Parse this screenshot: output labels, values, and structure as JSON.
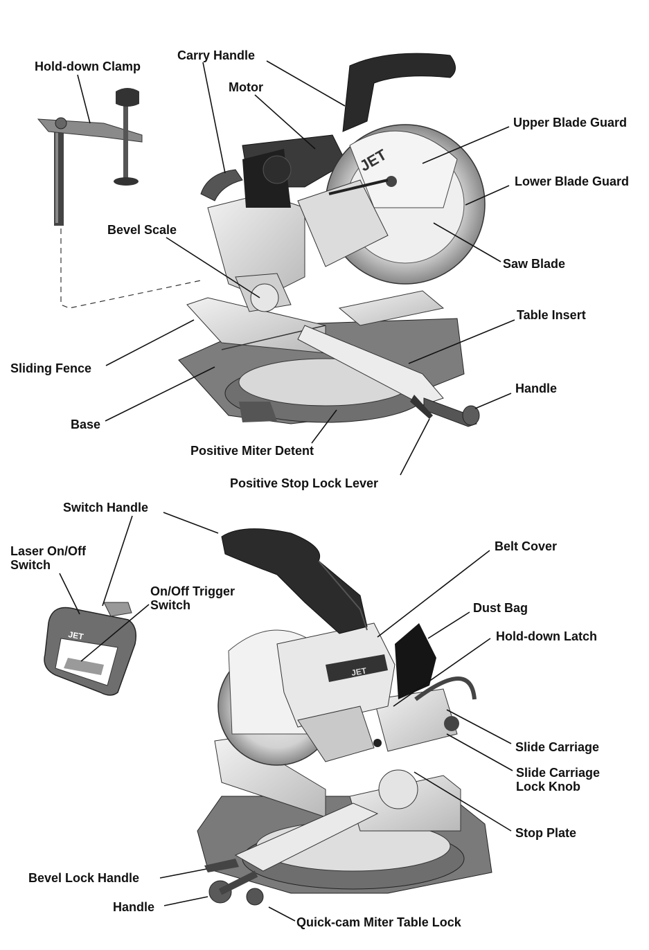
{
  "labels": {
    "hold_down_clamp": "Hold-down Clamp",
    "carry_handle": "Carry Handle",
    "motor": "Motor",
    "upper_blade_guard": "Upper Blade Guard",
    "lower_blade_guard": "Lower Blade Guard",
    "bevel_scale": "Bevel Scale",
    "saw_blade": "Saw Blade",
    "table_insert": "Table Insert",
    "sliding_fence": "Sliding Fence",
    "handle_top": "Handle",
    "base": "Base",
    "positive_miter_detent": "Positive Miter Detent",
    "positive_stop_lock_lever": "Positive Stop Lock Lever",
    "switch_handle": "Switch Handle",
    "laser_switch": "Laser On/Off\nSwitch",
    "trigger_switch": "On/Off Trigger\nSwitch",
    "belt_cover": "Belt Cover",
    "dust_bag": "Dust Bag",
    "hold_down_latch": "Hold-down Latch",
    "slide_carriage": "Slide Carriage",
    "slide_carriage_lock_knob": "Slide Carriage\nLock Knob",
    "stop_plate": "Stop Plate",
    "bevel_lock_handle": "Bevel Lock Handle",
    "handle_bottom": "Handle",
    "quick_cam_lock": "Quick-cam Miter Table Lock"
  },
  "brand": "JET"
}
